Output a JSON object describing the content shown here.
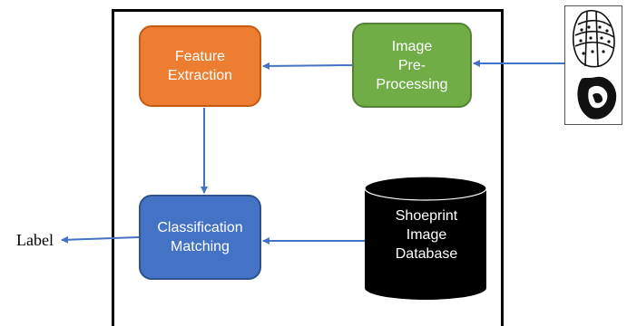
{
  "nodes": {
    "feature_extraction": {
      "line1": "Feature",
      "line2": "Extraction"
    },
    "image_preprocessing": {
      "line1": "Image",
      "line2": "Pre-",
      "line3": "Processing"
    },
    "classification_matching": {
      "line1": "Classification",
      "line2": "Matching"
    },
    "database": {
      "line1": "Shoeprint",
      "line2": "Image",
      "line3": "Database"
    }
  },
  "output_label": "Label",
  "input_image_icon": "shoeprint-image",
  "colors": {
    "feature_extraction": "#ED7D31",
    "image_preprocessing": "#70AD47",
    "classification_matching": "#4472C4",
    "database": "#000000",
    "arrows": "#4472C4"
  }
}
